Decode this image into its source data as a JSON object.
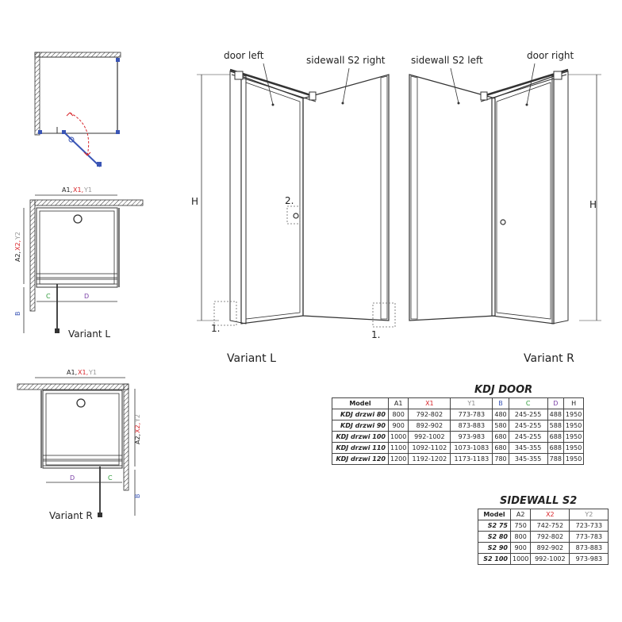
{
  "labels": {
    "door_left": "door left",
    "sidewall_right": "sidewall S2 right",
    "sidewall_left": "sidewall S2 left",
    "door_right": "door right",
    "variant_l": "Variant L",
    "variant_r": "Variant R",
    "h": "H",
    "marker_1": "1.",
    "marker_2": "2."
  },
  "dims": {
    "a1": "A1,",
    "x1": "X1,",
    "y1": "Y1",
    "a2": "A2,",
    "x2": "X2,",
    "y2": "Y2",
    "b": "B",
    "c": "C",
    "d": "D"
  },
  "kdj_door": {
    "title": "KDJ DOOR",
    "headers": [
      "Model",
      "A1",
      "X1",
      "Y1",
      "B",
      "C",
      "D",
      "H"
    ],
    "rows": [
      [
        "KDJ drzwi 80",
        "800",
        "792-802",
        "773-783",
        "480",
        "245-255",
        "488",
        "1950"
      ],
      [
        "KDJ drzwi 90",
        "900",
        "892-902",
        "873-883",
        "580",
        "245-255",
        "588",
        "1950"
      ],
      [
        "KDJ drzwi 100",
        "1000",
        "992-1002",
        "973-983",
        "680",
        "245-255",
        "688",
        "1950"
      ],
      [
        "KDJ drzwi 110",
        "1100",
        "1092-1102",
        "1073-1083",
        "680",
        "345-355",
        "688",
        "1950"
      ],
      [
        "KDJ drzwi 120",
        "1200",
        "1192-1202",
        "1173-1183",
        "780",
        "345-355",
        "788",
        "1950"
      ]
    ]
  },
  "sidewall_s2": {
    "title": "SIDEWALL S2",
    "headers": [
      "Model",
      "A2",
      "X2",
      "Y2"
    ],
    "rows": [
      [
        "S2 75",
        "750",
        "742-752",
        "723-733"
      ],
      [
        "S2 80",
        "800",
        "792-802",
        "773-783"
      ],
      [
        "S2 90",
        "900",
        "892-902",
        "873-883"
      ],
      [
        "S2 100",
        "1000",
        "992-1002",
        "973-983"
      ]
    ]
  },
  "colors": {
    "red": "#d8262b",
    "blue": "#3a55b5",
    "green": "#2f9b3a",
    "purple": "#7a3fa6",
    "grey": "#9a9a9a"
  }
}
